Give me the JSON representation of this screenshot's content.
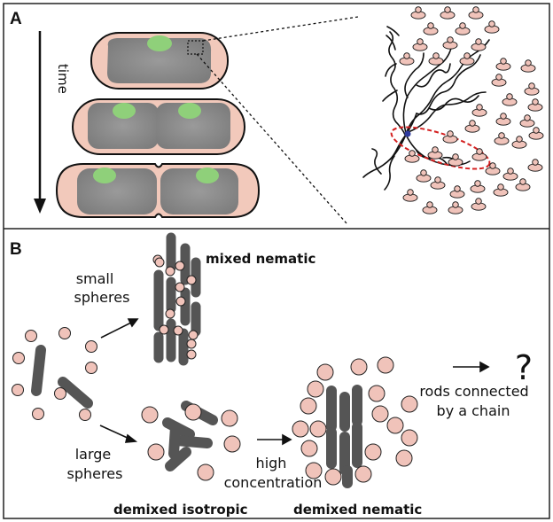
{
  "panel_a": {
    "letter": "A",
    "time_label": "time"
  },
  "panel_b": {
    "letter": "B",
    "small_spheres": [
      "small",
      "spheres"
    ],
    "large_spheres": [
      "large",
      "spheres"
    ],
    "mixed_nematic": "mixed nematic",
    "demixed_isotropic": "demixed isotropic",
    "demixed_nematic": "demixed nematic",
    "high_concentration": [
      "high",
      "concentration"
    ],
    "rods_chain": [
      "rods connected",
      "by a chain"
    ],
    "question_mark": "?"
  },
  "colors": {
    "cell_fill": "#f2c9bb",
    "nucleoid": "#8c8c8c",
    "green_spot": "#8fd07a",
    "rod": "#555555",
    "sphere_fill": "#f0c3ba",
    "dashed_red": "#d42020"
  }
}
